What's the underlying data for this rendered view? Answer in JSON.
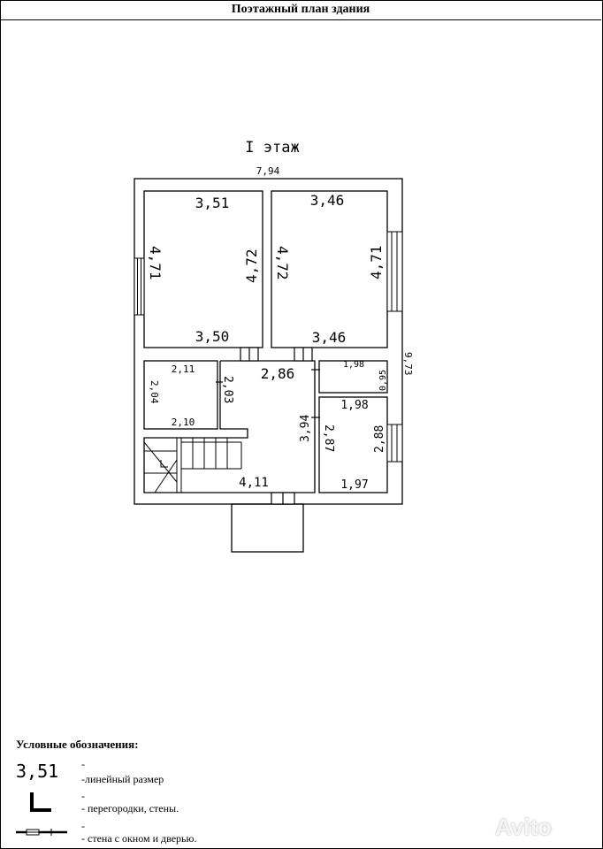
{
  "header": {
    "title": "Поэтажный план здания"
  },
  "floor": {
    "label": "I этаж"
  },
  "dimensions": {
    "overall_width": "7,94",
    "overall_height": "9,73",
    "room1_top": "3,51",
    "room1_bottom": "3,50",
    "room1_left": "4,71",
    "room1_right": "4,72",
    "room2_top": "3,46",
    "room2_bottom": "3,46",
    "room2_left": "4,72",
    "room2_right": "4,71",
    "small_top": "2,11",
    "small_bottom": "2,10",
    "small_left": "2,04",
    "hall_width": "2,86",
    "hall_left": "2,03",
    "hall_right": "3,94",
    "wc_width": "1,98",
    "wc_height": "0,95",
    "bath_top": "1,98",
    "bath_bottom": "1,97",
    "bath_left": "2,87",
    "bath_right": "2,88",
    "corridor_width": "4,11"
  },
  "legend": {
    "title": "Условные обозначения:",
    "sample_value": "3,51",
    "items": [
      {
        "dash": "-",
        "text": "-линейный размер"
      },
      {
        "dash": "-",
        "text": "- перегородки, стены."
      },
      {
        "dash": "-",
        "text": "- стена с окном и дверью."
      }
    ]
  },
  "watermark": {
    "text": "Avito"
  }
}
